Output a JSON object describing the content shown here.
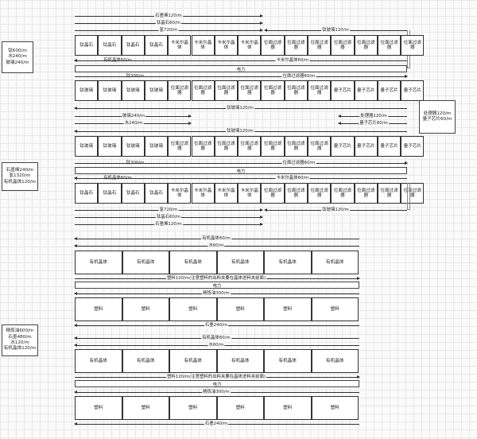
{
  "notes": {
    "left1": [
      "钛600/m",
      "水240/m",
      "玻璃240/m"
    ],
    "left2": [
      "石墨烯240/m",
      "氢1320/m",
      "有机晶体120/m"
    ],
    "left3": [
      "精炼油600/m",
      "石墨480/m",
      "水120/m",
      "有机晶体120/m"
    ],
    "right1": [
      "处理器120/m",
      "量子芯片60/m"
    ]
  },
  "top_inputs": [
    "石墨烯120/m",
    "钛晶石60/m",
    "氢720/m"
  ],
  "top_glass_return": "钛玻璃120/m",
  "row1": [
    "钛晶石",
    "钛晶石",
    "钛晶石",
    "钛晶石",
    "卡米尔晶体",
    "卡米尔晶体",
    "卡米尔晶体",
    "卡米尔晶体",
    "位面过滤器",
    "位面过滤器",
    "位面过滤器",
    "位面过滤器",
    "位面过滤器",
    "位面过滤器",
    "位面过滤器"
  ],
  "row1_below": [
    "有机晶体60/m",
    "卡米尔晶体60/m"
  ],
  "power": "电力",
  "row2_above": [
    "钛300/m",
    "位面过滤器60/m"
  ],
  "row2": [
    "钛玻璃",
    "钛玻璃",
    "钛玻璃",
    "钛玻璃",
    "位面过滤器",
    "位面过滤器",
    "位面过滤器",
    "位面过滤器",
    "位面过滤器",
    "位面过滤器",
    "位面过滤器",
    "量子芯片",
    "量子芯片",
    "量子芯片",
    "量子芯片"
  ],
  "row2_below": "钛玻璃120/m",
  "mid_left": [
    "玻璃240/m",
    "水240/m"
  ],
  "mid_right": [
    "处理器120/m",
    "量子芯片60/m"
  ],
  "row3_above": "钛玻璃120/m",
  "row3": [
    "钛玻璃",
    "钛玻璃",
    "钛玻璃",
    "钛玻璃",
    "位面过滤器",
    "位面过滤器",
    "位面过滤器",
    "位面过滤器",
    "位面过滤器",
    "位面过滤器",
    "位面过滤器",
    "量子芯片",
    "量子芯片",
    "量子芯片",
    "量子芯片"
  ],
  "row3_below": [
    "钛300/m",
    "位面过滤器60/m"
  ],
  "row4_above": [
    "有机晶体60/m",
    "卡米尔晶体60/m"
  ],
  "row4": [
    "钛晶石",
    "钛晶石",
    "钛晶石",
    "钛晶石",
    "卡米尔晶体",
    "卡米尔晶体",
    "卡米尔晶体",
    "卡米尔晶体",
    "位面过滤器",
    "位面过滤器",
    "位面过滤器",
    "位面过滤器",
    "位面过滤器",
    "位面过滤器",
    "位面过滤器"
  ],
  "bottom_inputs": [
    "氢720/m",
    "钛晶石60/m",
    "石墨烯120/m"
  ],
  "bottom_glass_return": "钛玻璃120/m",
  "b1_above": [
    "有机晶体60/m",
    "水60/m"
  ],
  "b1_boxes": [
    "有机晶体",
    "有机晶体",
    "有机晶体",
    "有机晶体",
    "有机晶体",
    "有机晶体"
  ],
  "b1_below": "塑料120/m(注意塑料的出料夹要在晶体进料夹前面)",
  "b1_oil": "精炼油300/m",
  "b1_plastic": [
    "塑料",
    "塑料",
    "塑料",
    "塑料",
    "塑料",
    "塑料"
  ],
  "b1_out": "石墨240/m",
  "b2_above": [
    "有机晶体60/m",
    "水60/m"
  ],
  "b2_boxes": [
    "有机晶体",
    "有机晶体",
    "有机晶体",
    "有机晶体",
    "有机晶体",
    "有机晶体"
  ],
  "b2_below": "塑料120/m(注意塑料的出料夹要在晶体进料夹前面)",
  "b2_oil": "精炼油300/m",
  "b2_plastic": [
    "塑料",
    "塑料",
    "塑料",
    "塑料",
    "塑料",
    "塑料"
  ],
  "b2_out": "石墨240/m"
}
